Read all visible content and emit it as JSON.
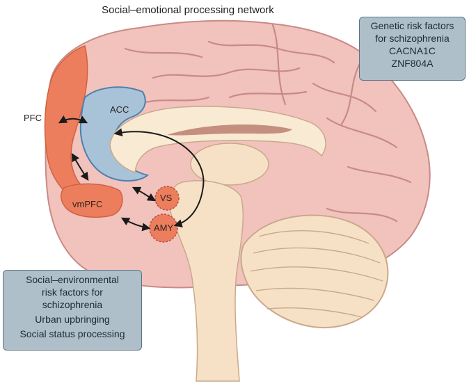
{
  "title": "Social–emotional processing network",
  "genetic_box": {
    "heading_lines": [
      "Genetic risk factors",
      "for schizophrenia"
    ],
    "genes": [
      "CACNA1C",
      "ZNF804A"
    ]
  },
  "social_box": {
    "heading_lines": [
      "Social–environmental",
      "risk factors for",
      "schizophrenia"
    ],
    "items": [
      "Urban upbringing",
      "Social status processing"
    ]
  },
  "regions": {
    "pfc": "PFC",
    "acc": "ACC",
    "vmpfc": "vmPFC",
    "vs": "VS",
    "amy": "AMY"
  },
  "colors": {
    "cortex": "#f2c2bd",
    "cortex_outline": "#c98a86",
    "pfc": "#ec7e5e",
    "acc": "#a8c3d8",
    "acc_outline": "#4f7fae",
    "subcortical": "#f6e1c6",
    "corpus_callosum": "#f8ead3",
    "box_fill": "#aebfca",
    "box_border": "#5d7383"
  }
}
